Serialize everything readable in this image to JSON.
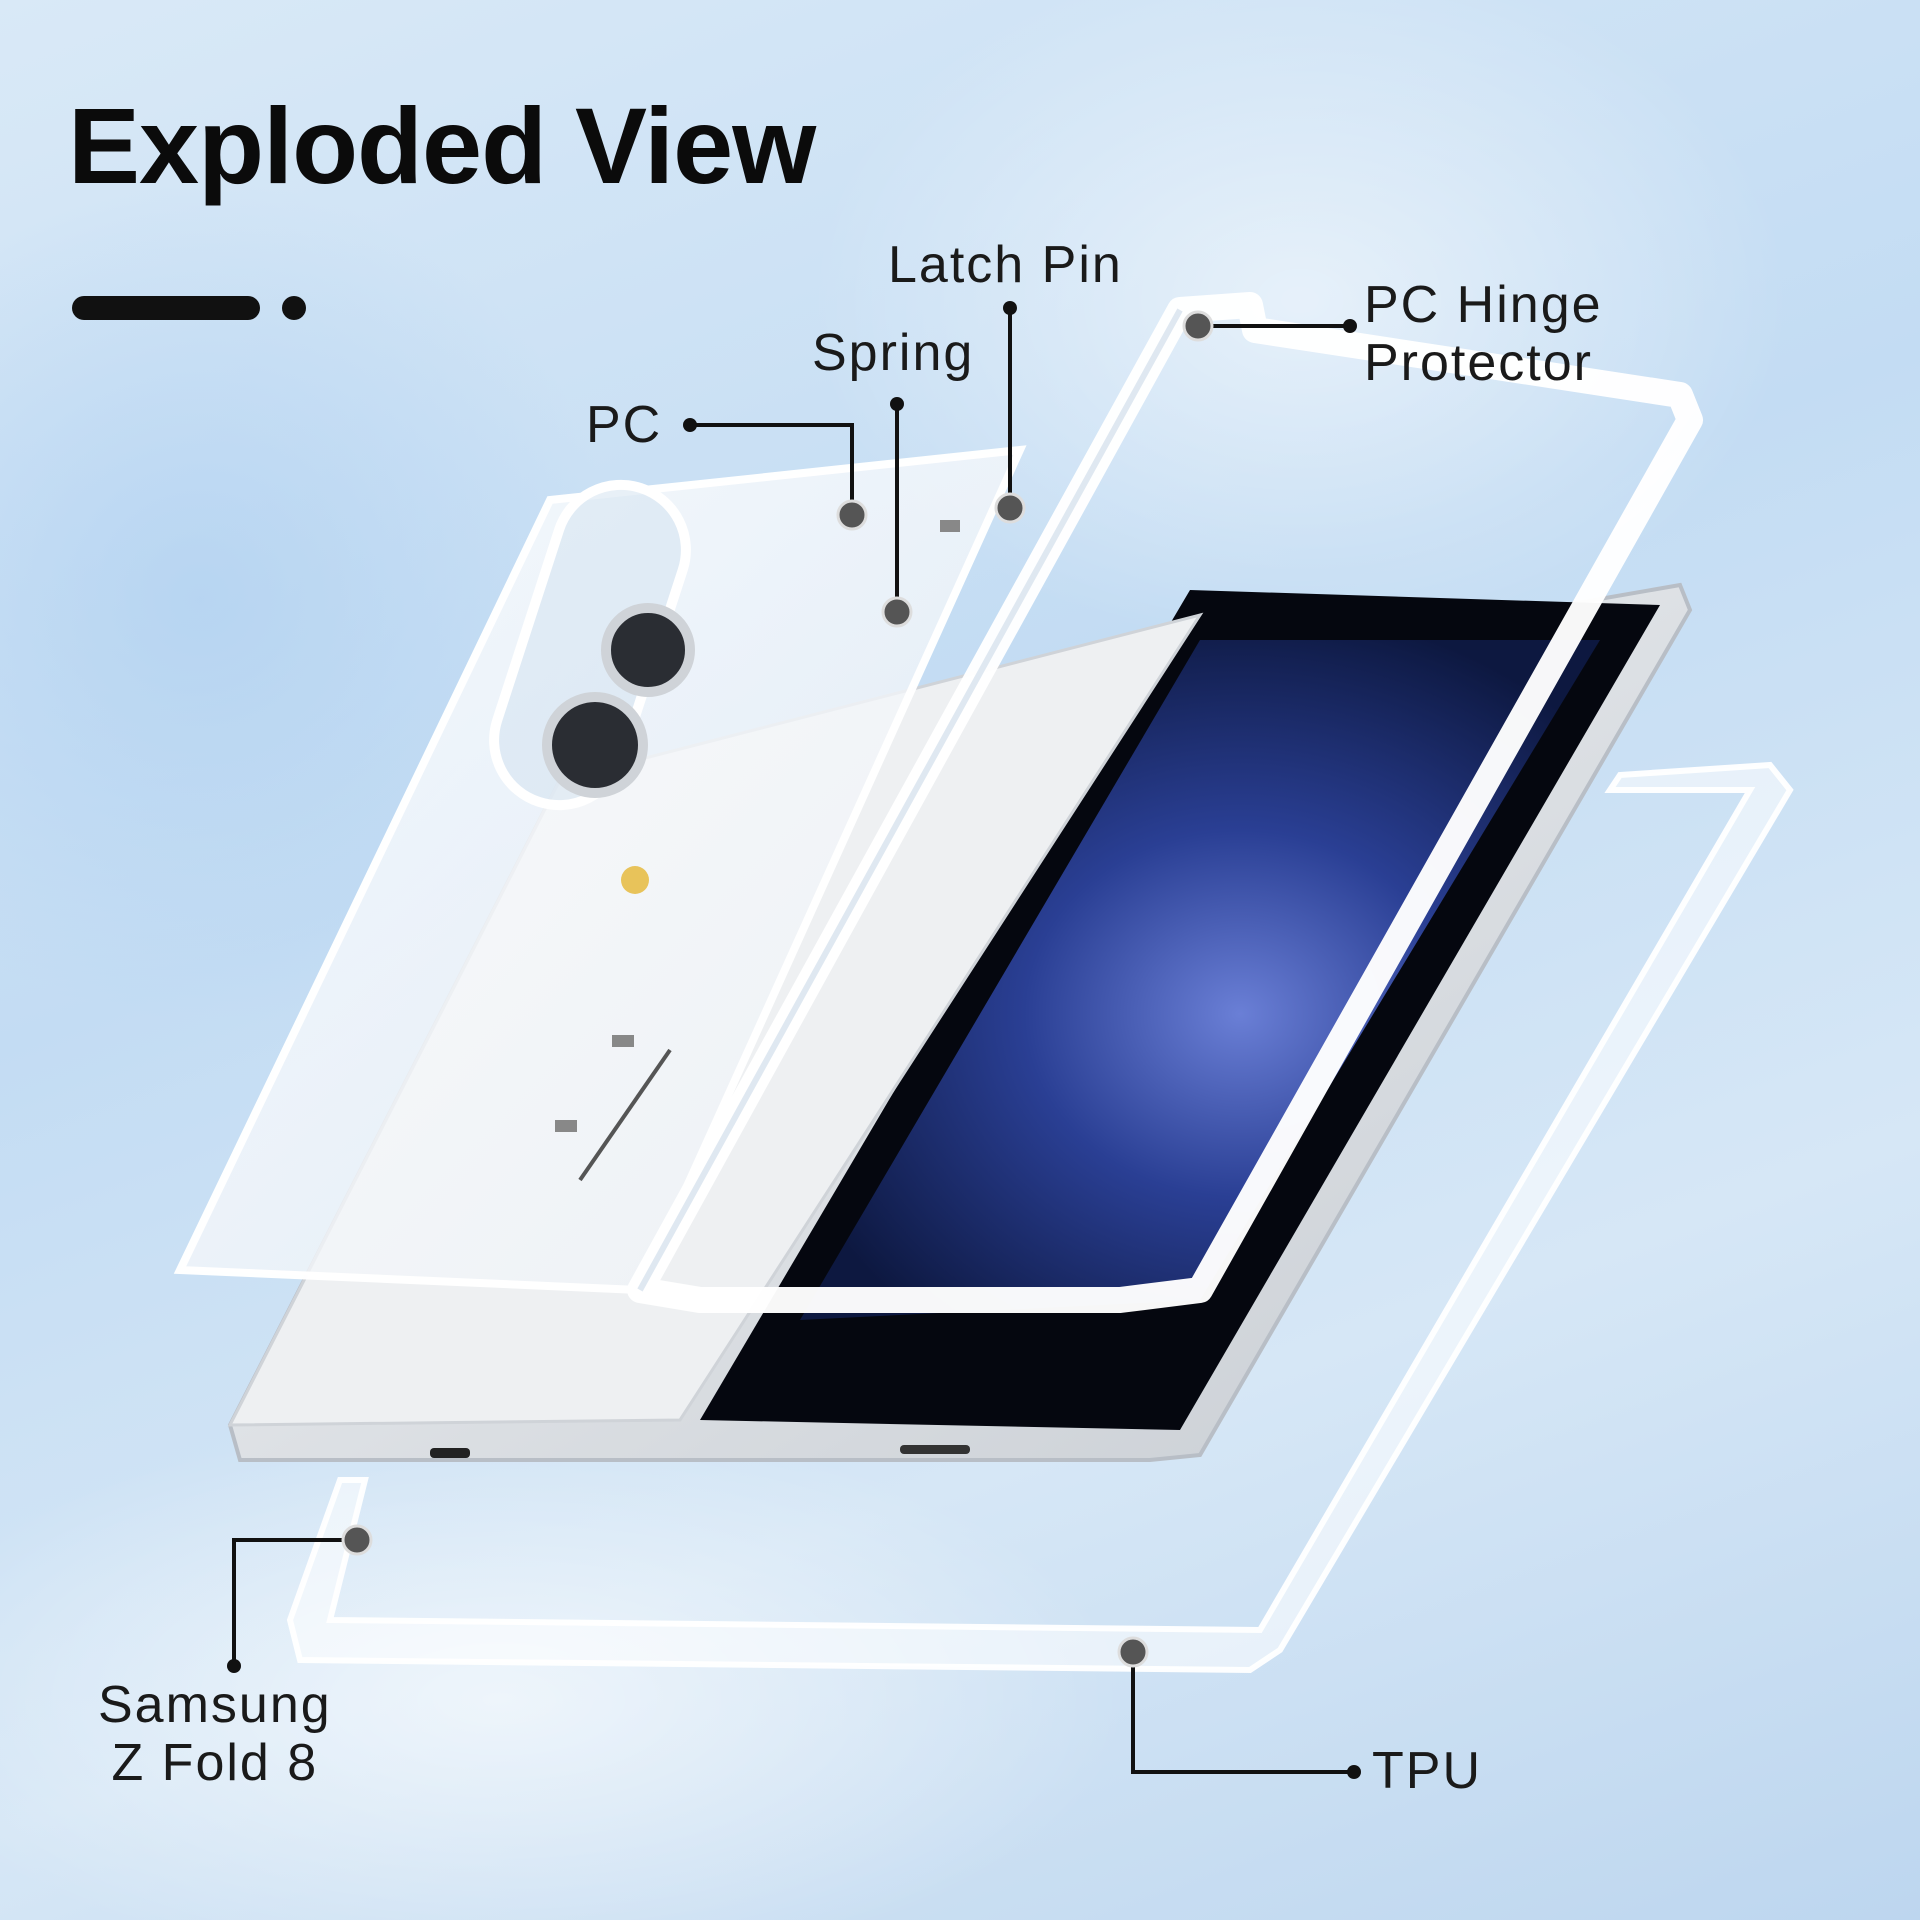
{
  "title": "Exploded View",
  "colors": {
    "background": "#cfe3f5",
    "text": "#0b0b0b",
    "screen": "#1d2f6f",
    "phone_frame": "#e9ecef"
  },
  "callouts": {
    "latch_pin": "Latch Pin",
    "spring": "Spring",
    "pc": "PC",
    "pc_hinge_protector": "PC Hinge\nProtector",
    "samsung": "Samsung\nZ Fold 8",
    "tpu": "TPU"
  }
}
